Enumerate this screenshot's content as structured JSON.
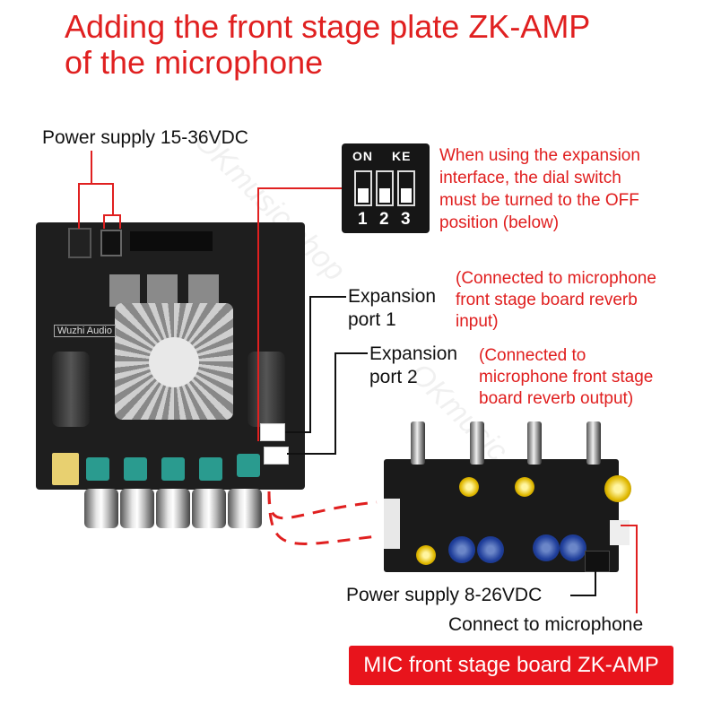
{
  "title": {
    "line1": "Adding the front stage plate ZK-AMP",
    "line2": "of the microphone"
  },
  "labels": {
    "power_main": "Power supply 15-36VDC",
    "expansion1_line1": "Expansion",
    "expansion1_line2": "port 1",
    "expansion2_line1": "Expansion",
    "expansion2_line2": "port 2",
    "power_mic": "Power supply 8-26VDC",
    "connect_mic": "Connect to microphone"
  },
  "notes": {
    "dial_switch": [
      "When using the expansion",
      "interface, the dial switch",
      "must be turned to the OFF",
      "position (below)"
    ],
    "port1": [
      "(Connected to microphone",
      "front stage board reverb",
      "input)"
    ],
    "port2": [
      "(Connected to",
      "microphone front stage",
      "board reverb output)"
    ]
  },
  "dip_switch": {
    "on_label": "ON",
    "ke_label": "KE",
    "numbers": [
      "1",
      "2",
      "3"
    ]
  },
  "board_brand": "Wuzhi Audio",
  "badge": "MIC front stage board ZK-AMP",
  "watermark": "OKmusic shop",
  "colors": {
    "accent_red": "#e02020",
    "badge_red": "#e8141c",
    "board": "#1e1e1e"
  }
}
